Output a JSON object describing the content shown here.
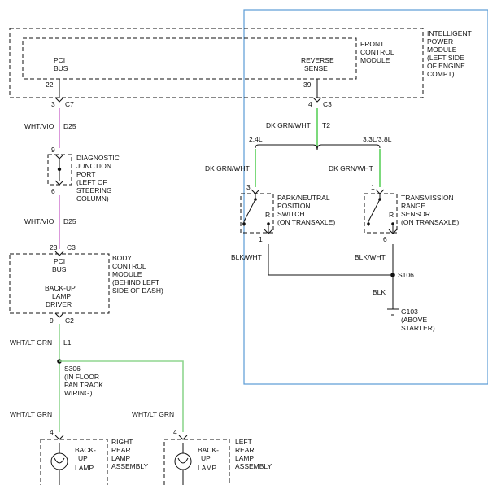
{
  "colors": {
    "violet_wire": "#d27fd2",
    "green_wire": "#5bd05b",
    "lightgreen_wire": "#8fd68f",
    "highlight_box": "#5a9bd5",
    "line": "#111111"
  },
  "ipm": {
    "lines": [
      "INTELLIGENT",
      "POWER",
      "MODULE",
      "(LEFT SIDE",
      "OF ENGINE",
      "COMPT)"
    ]
  },
  "fcm": {
    "lines": [
      "FRONT",
      "CONTROL",
      "MODULE"
    ],
    "pci": [
      "PCI",
      "BUS"
    ],
    "pci_pin": "22",
    "rev": [
      "REVERSE",
      "SENSE"
    ],
    "rev_pin": "39"
  },
  "c7": {
    "pin": "3",
    "conn": "C7"
  },
  "c3_ipm": {
    "pin": "4",
    "conn": "C3"
  },
  "wire1": {
    "color": "WHT/VIO",
    "circuit": "D25"
  },
  "djp": {
    "lines": [
      "DIAGNOSTIC",
      "JUNCTION",
      "PORT",
      "(LEFT OF",
      "STEERING",
      "COLUMN)"
    ],
    "pin_top": "9",
    "pin_bottom": "6"
  },
  "wire2": {
    "color": "WHT/VIO",
    "circuit": "D25"
  },
  "bcm": {
    "pin": "23",
    "conn": "C3",
    "lines": [
      "BODY",
      "CONTROL",
      "MODULE",
      "(BEHIND LEFT",
      "SIDE OF DASH)"
    ],
    "pci": [
      "PCI",
      "BUS"
    ],
    "driver": [
      "BACK-UP",
      "LAMP",
      "DRIVER"
    ],
    "out_pin": "9",
    "out_conn": "C2"
  },
  "wire3": {
    "color": "WHT/LT GRN",
    "circuit": "L1"
  },
  "s306": {
    "lines": [
      "S306",
      "(IN FLOOR",
      "PAN TRACK",
      "WIRING)"
    ]
  },
  "wire_right": {
    "color": "WHT/LT GRN"
  },
  "wire_left": {
    "color": "WHT/LT GRN"
  },
  "right_lamp": {
    "pin": "4",
    "inner": [
      "BACK-",
      "UP",
      "LAMP"
    ],
    "lines": [
      "RIGHT",
      "REAR",
      "LAMP",
      "ASSEMBLY"
    ]
  },
  "left_lamp": {
    "pin": "4",
    "inner": [
      "BACK-",
      "UP",
      "LAMP"
    ],
    "lines": [
      "LEFT",
      "REAR",
      "LAMP",
      "ASSEMBLY"
    ]
  },
  "wire_t2": {
    "color": "DK GRN/WHT",
    "circuit": "T2"
  },
  "variants": {
    "left": "2.4L",
    "right": "3.3L/3.8L"
  },
  "wire_pnp": {
    "color": "DK GRN/WHT"
  },
  "wire_trs": {
    "color": "DK GRN/WHT"
  },
  "pnp": {
    "pin_top": "3",
    "pin_bottom": "1",
    "r": "R",
    "lines": [
      "PARK/NEUTRAL",
      "POSITION",
      "SWITCH",
      "(ON TRANSAXLE)"
    ]
  },
  "trs": {
    "pin_top": "1",
    "pin_bottom": "6",
    "r": "R",
    "lines": [
      "TRANSMISSION",
      "RANGE",
      "SENSOR",
      "(ON TRANSAXLE)"
    ]
  },
  "wire_pnp_gnd": {
    "color": "BLK/WHT"
  },
  "wire_trs_gnd": {
    "color": "BLK/WHT"
  },
  "s106": {
    "label": "S106"
  },
  "wire_blk": {
    "color": "BLK"
  },
  "g103": {
    "lines": [
      "G103",
      "(ABOVE",
      "STARTER)"
    ]
  }
}
